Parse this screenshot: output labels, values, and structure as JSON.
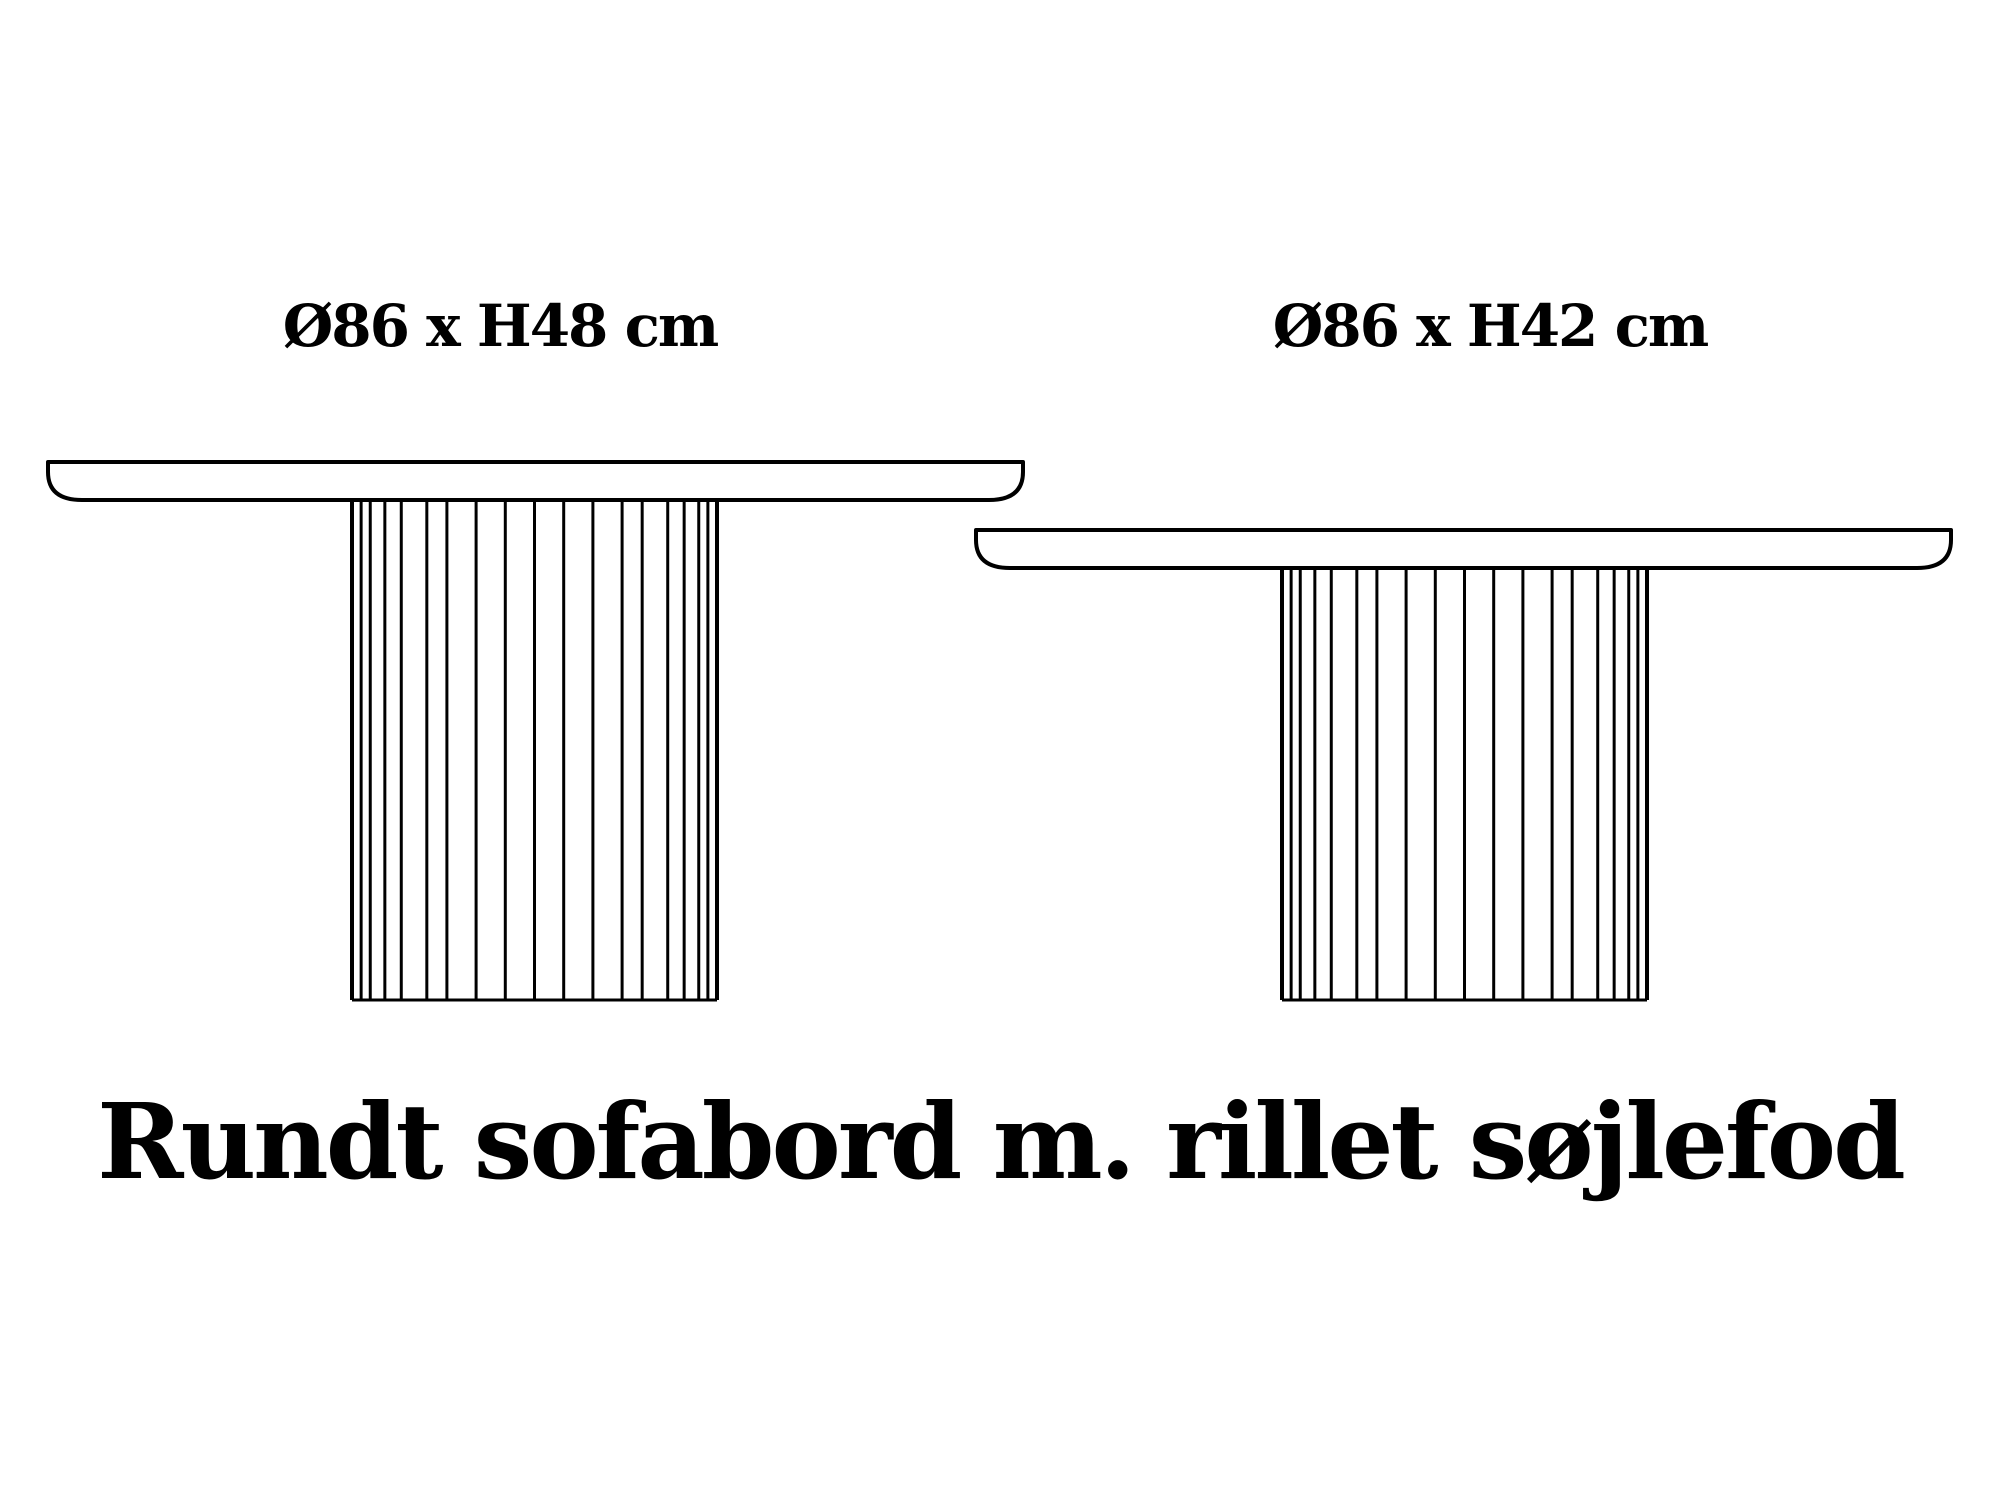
{
  "diagram": {
    "title": "Rundt sofabord m. rillet søjlefod",
    "tables": [
      {
        "id": "tall",
        "dimension_label": "Ø86 x H48 cm",
        "diameter_cm": 86,
        "height_cm": 48
      },
      {
        "id": "low",
        "dimension_label": "Ø86 x H42 cm",
        "diameter_cm": 86,
        "height_cm": 42
      }
    ],
    "line_color": "#000000",
    "background": "#ffffff"
  }
}
